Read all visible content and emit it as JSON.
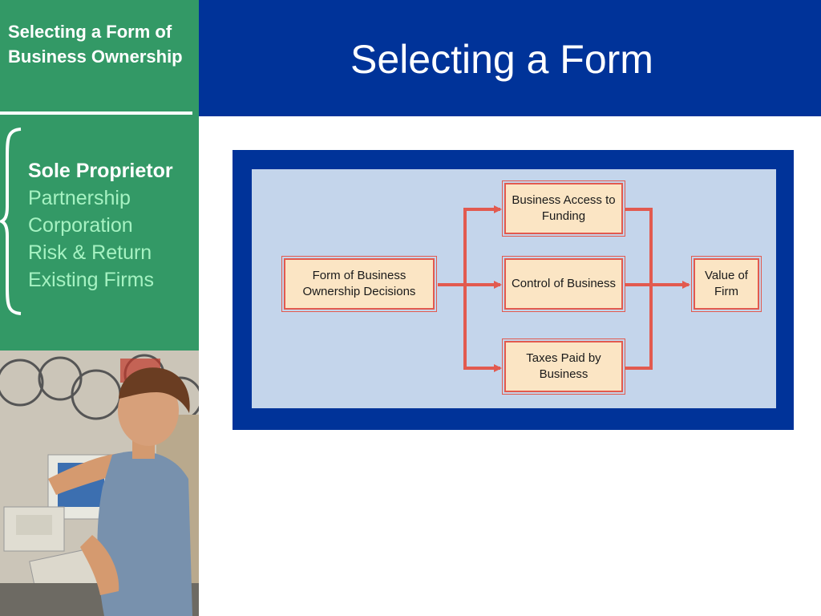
{
  "sidebar": {
    "section_title": "Selecting a Form of Business Ownership",
    "topics": [
      {
        "label": "Sole Proprietor",
        "active": true
      },
      {
        "label": "Partnership",
        "active": false
      },
      {
        "label": "Corporation",
        "active": false
      },
      {
        "label": "Risk & Return",
        "active": false
      },
      {
        "label": "Existing Firms",
        "active": false
      }
    ]
  },
  "slide": {
    "title": "Selecting a Form"
  },
  "diagram": {
    "nodes": {
      "decisions": "Form of Business Ownership Decisions",
      "funding": "Business Access to Funding",
      "control": "Control of Business",
      "taxes": "Taxes Paid by Business",
      "value": "Value of Firm"
    },
    "edges": [
      [
        "decisions",
        "funding"
      ],
      [
        "decisions",
        "control"
      ],
      [
        "decisions",
        "taxes"
      ],
      [
        "funding",
        "value"
      ],
      [
        "control",
        "value"
      ],
      [
        "taxes",
        "value"
      ]
    ]
  },
  "colors": {
    "sidebar": "#339966",
    "title_bar": "#003399",
    "active_topic": "#ffffff",
    "inactive_topic": "#a6f2c2",
    "diagram_frame": "#003399",
    "diagram_background": "#c4d5eb",
    "node_fill": "#fbe5c4",
    "arrow": "#e25a4f"
  }
}
